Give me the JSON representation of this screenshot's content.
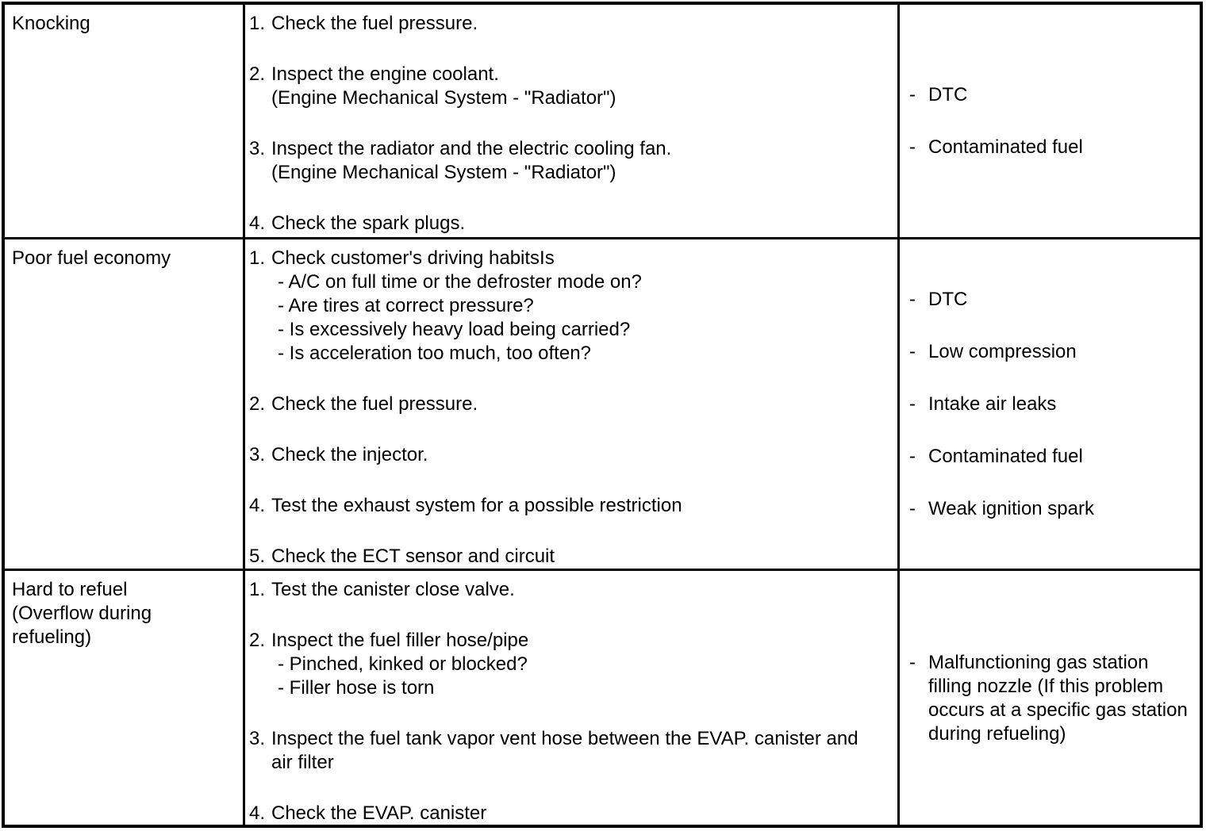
{
  "table": {
    "cause_bullet": "-",
    "rows": [
      {
        "symptom_lines": [
          "Knocking"
        ],
        "steps": [
          {
            "num": "1.",
            "lines": [
              "Check the fuel pressure."
            ],
            "subs": []
          },
          {
            "num": "2.",
            "lines": [
              "Inspect the engine coolant.",
              "(Engine Mechanical System - \"Radiator\")"
            ],
            "subs": []
          },
          {
            "num": "3.",
            "lines": [
              "Inspect the radiator and the electric cooling fan.",
              "(Engine Mechanical System - \"Radiator\")"
            ],
            "subs": []
          },
          {
            "num": "4.",
            "lines": [
              "Check the spark plugs."
            ],
            "subs": []
          }
        ],
        "causes": [
          {
            "lines": [
              "DTC"
            ]
          },
          {
            "lines": [
              "Contaminated fuel"
            ]
          }
        ]
      },
      {
        "symptom_lines": [
          "Poor fuel economy"
        ],
        "steps": [
          {
            "num": "1.",
            "lines": [
              "Check customer's driving habitsIs"
            ],
            "subs": [
              "- A/C on full time or the defroster mode on?",
              "- Are tires at correct pressure?",
              "- Is excessively heavy load being carried?",
              "- Is acceleration too much, too often?"
            ]
          },
          {
            "num": "2.",
            "lines": [
              "Check the fuel pressure."
            ],
            "subs": []
          },
          {
            "num": "3.",
            "lines": [
              "Check the injector."
            ],
            "subs": []
          },
          {
            "num": "4.",
            "lines": [
              "Test the exhaust system for a possible restriction"
            ],
            "subs": []
          },
          {
            "num": "5.",
            "lines": [
              "Check the ECT sensor and circuit"
            ],
            "subs": []
          }
        ],
        "causes": [
          {
            "lines": [
              "DTC"
            ]
          },
          {
            "lines": [
              "Low compression"
            ]
          },
          {
            "lines": [
              "Intake air leaks"
            ]
          },
          {
            "lines": [
              "Contaminated fuel"
            ]
          },
          {
            "lines": [
              "Weak ignition spark"
            ]
          }
        ]
      },
      {
        "symptom_lines": [
          "Hard to refuel",
          "(Overflow during",
          "refueling)"
        ],
        "steps": [
          {
            "num": "1.",
            "lines": [
              "Test the canister close valve."
            ],
            "subs": []
          },
          {
            "num": "2.",
            "lines": [
              "Inspect the fuel filler hose/pipe"
            ],
            "subs": [
              "- Pinched, kinked or blocked?",
              "- Filler hose is torn"
            ]
          },
          {
            "num": "3.",
            "lines": [
              "Inspect the fuel tank vapor vent hose between the EVAP. canister and",
              "air filter"
            ],
            "subs": []
          },
          {
            "num": "4.",
            "lines": [
              "Check the EVAP. canister"
            ],
            "subs": []
          }
        ],
        "causes": [
          {
            "lines": [
              "Malfunctioning gas station",
              "filling nozzle (If this problem",
              "occurs at a specific gas station",
              "during refueling)"
            ]
          }
        ]
      }
    ]
  }
}
